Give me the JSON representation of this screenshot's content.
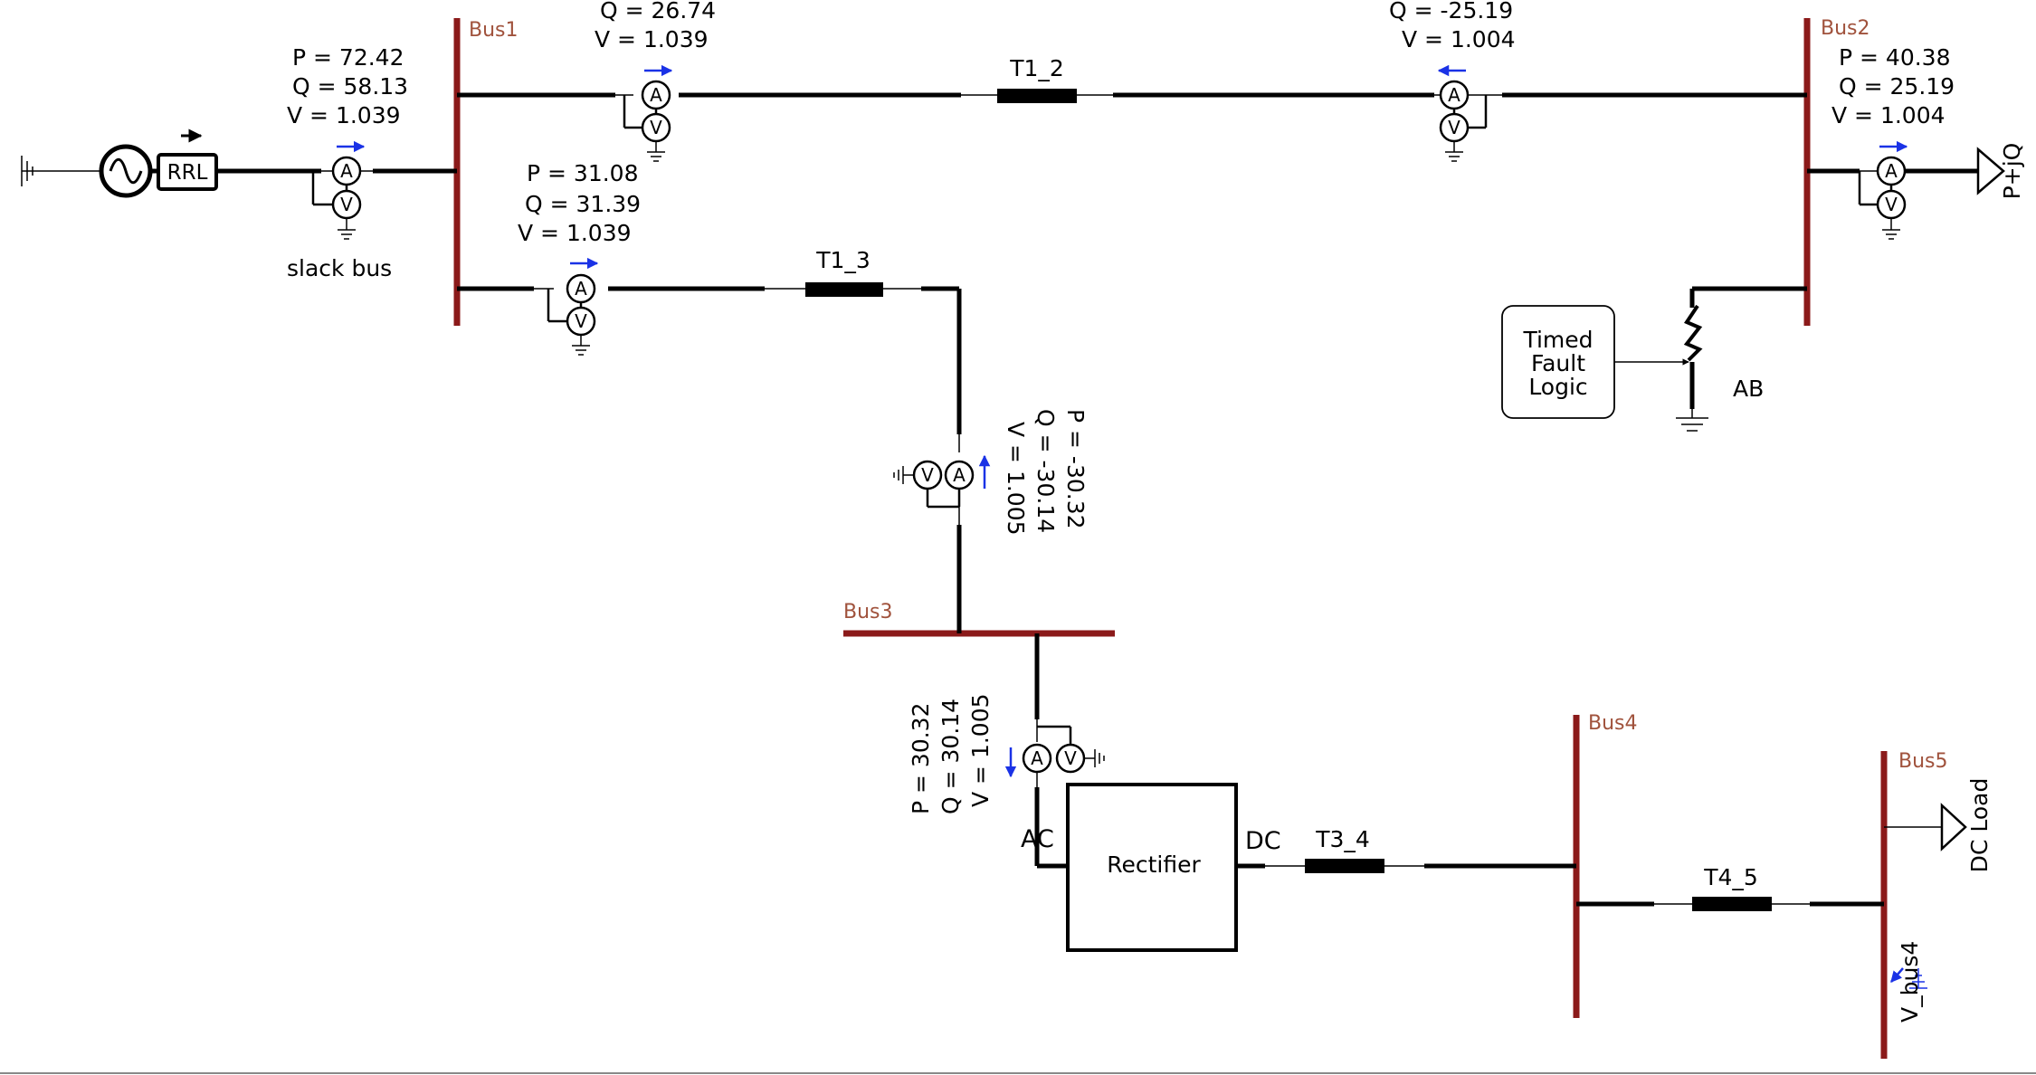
{
  "colors": {
    "bus": "#8b1a1a",
    "bus_label": "#a0523c",
    "blue": "#1a32e6"
  },
  "buses": {
    "bus1": "Bus1",
    "bus2": "Bus2",
    "bus3": "Bus3",
    "bus4": "Bus4",
    "bus5": "Bus5"
  },
  "lines": {
    "t1_2": "T1_2",
    "t1_3": "T1_3",
    "t3_4": "T3_4",
    "t4_5": "T4_5"
  },
  "source": {
    "rrl": "RRL",
    "slack": "slack bus"
  },
  "measurements": {
    "gen": {
      "p": "P = 72.42",
      "q": "Q = 58.13",
      "v": "V = 1.039"
    },
    "bus1_t12": {
      "q": "Q = 26.74",
      "v": "V = 1.039"
    },
    "bus2_t12": {
      "q": "Q = -25.19",
      "v": "V = 1.004"
    },
    "load": {
      "p": "P = 40.38",
      "q": "Q = 25.19",
      "v": "V = 1.004"
    },
    "bus1_t13": {
      "p": "P = 31.08",
      "q": "Q = 31.39",
      "v": "V = 1.039"
    },
    "t13_bus3": {
      "p": "P = -30.32",
      "q": "Q = -30.14",
      "v": "V = 1.005"
    },
    "bus3_rect": {
      "p": "P = 30.32",
      "q": "Q = 30.14",
      "v": "V = 1.005"
    }
  },
  "fault": {
    "logic_line1": "Timed",
    "logic_line2": "Fault",
    "logic_line3": "Logic",
    "type": "AB"
  },
  "loads": {
    "ac": "P+jQ",
    "dc": "DC Load"
  },
  "rectifier": {
    "name": "Rectifier",
    "ac": "AC",
    "dc": "DC"
  },
  "probe": {
    "vbus4": "V_bus4"
  },
  "icons": {
    "ammeter": "A",
    "voltmeter": "V"
  }
}
